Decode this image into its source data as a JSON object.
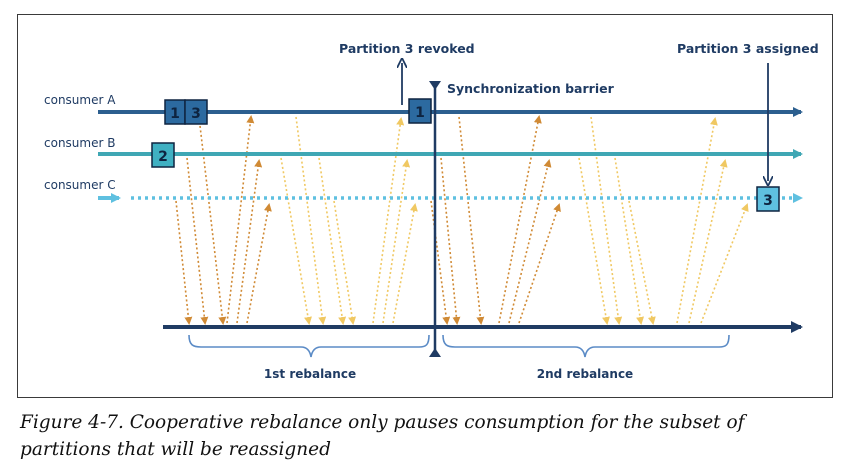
{
  "diagram": {
    "labels": {
      "partition_revoked": "Partition 3 revoked",
      "partition_assigned": "Partition 3 assigned",
      "sync_barrier": "Synchronization barrier",
      "consumer_a": "consumer A",
      "consumer_b": "consumer B",
      "consumer_c": "consumer C",
      "first_rebalance": "1st rebalance",
      "second_rebalance": "2nd rebalance"
    },
    "partition_boxes": {
      "a_start_left": "1",
      "a_start_right": "3",
      "b_start": "2",
      "a_after_revoke": "1",
      "c_after_assign": "3"
    },
    "colors": {
      "consumer_a_line": "#2c5f8f",
      "consumer_b_line": "#3fa7b4",
      "consumer_c_line": "#5fc0e0",
      "timeline": "#1f3b63",
      "arrow_orange": "#d08a35",
      "arrow_yellow": "#f0c862",
      "bracket": "#5b8bc6"
    }
  },
  "caption": {
    "text": "Figure 4-7. Cooperative rebalance only pauses consumption for the subset of partitions that will be reassigned"
  }
}
